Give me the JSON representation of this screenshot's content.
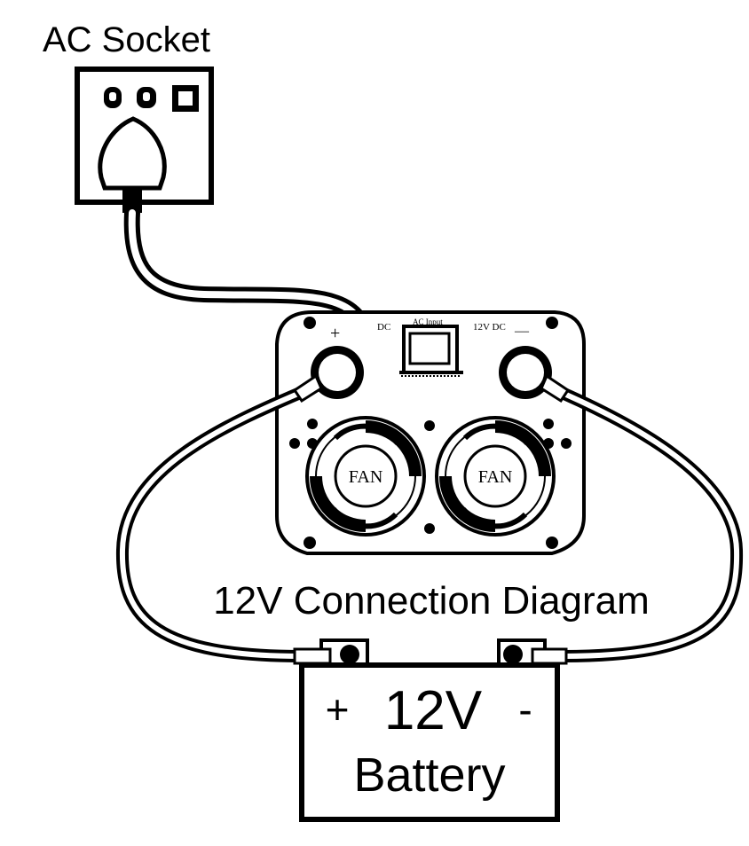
{
  "ac_socket": {
    "label": "AC Socket"
  },
  "inverter": {
    "plus_label": "+",
    "dc_label": "DC",
    "ac_input_label": "AC Input",
    "dc12_label": "12V DC",
    "minus_label": "—",
    "fan_left_label": "FAN",
    "fan_right_label": "FAN"
  },
  "diagram_title": "12V Connection Diagram",
  "battery": {
    "plus": "+",
    "voltage": "12V",
    "minus": "-",
    "name": "Battery"
  },
  "colors": {
    "line": "#000000",
    "background": "#ffffff"
  }
}
